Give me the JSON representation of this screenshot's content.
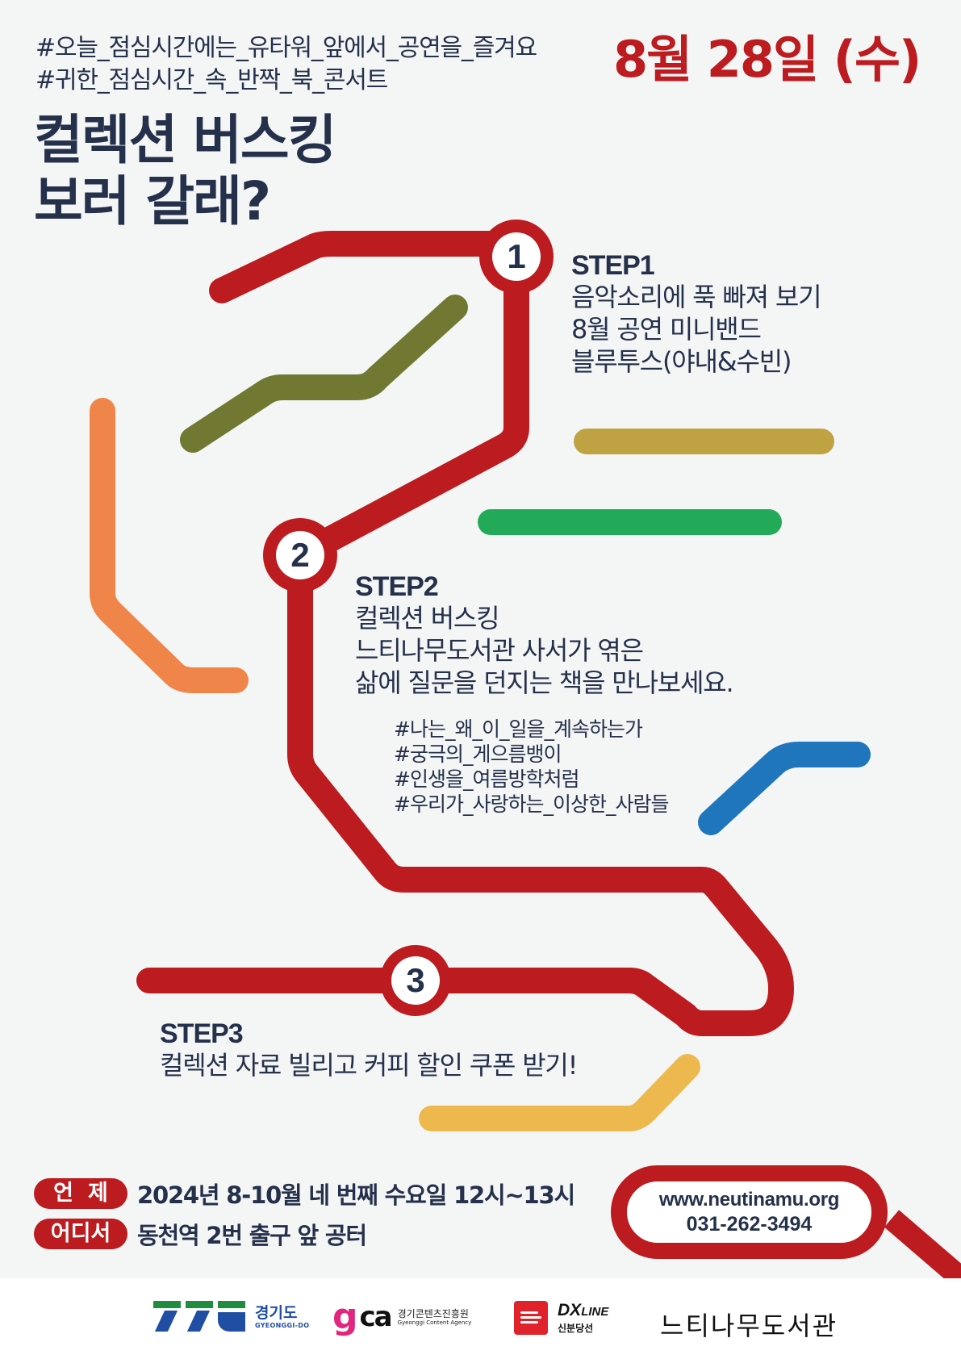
{
  "header": {
    "hashtags": [
      "#오늘_점심시간에는_유타워_앞에서_공연을_즐겨요",
      "#귀한_점심시간_속_반짝_북_콘서트"
    ],
    "date": "8월 28일 (수)",
    "headline": [
      "컬렉션 버스킹",
      "보러 갈래?"
    ]
  },
  "steps": [
    {
      "number": "1",
      "title": "STEP1",
      "lines": [
        "음악소리에 푹 빠져 보기",
        "8월 공연 미니밴드",
        "블루투스(야내&수빈)"
      ]
    },
    {
      "number": "2",
      "title": "STEP2",
      "lines": [
        "컬렉션 버스킹",
        "느티나무도서관 사서가 엮은",
        "삶에 질문을 던지는 책을 만나보세요."
      ],
      "book_tags": [
        "#나는_왜_이_일을_계속하는가",
        "#궁극의_게으름뱅이",
        "#인생을_여름방학처럼",
        "#우리가_사랑하는_이상한_사람들"
      ]
    },
    {
      "number": "3",
      "title": "STEP3",
      "lines": [
        "컬렉션 자료 빌리고 커피 할인 쿠폰 받기!"
      ]
    }
  ],
  "info": {
    "when_label": "언제",
    "when_value": "2024년 8-10월 네 번째 수요일 12시~13시",
    "where_label": "어디서",
    "where_value": "동천역 2번 출구 앞 공터"
  },
  "contact": {
    "url": "www.neutinamu.org",
    "phone": "031-262-3494"
  },
  "footer": {
    "logos": {
      "gyeonggi_ko": "경기도",
      "gyeonggi_en": "GYEONGGI-DO",
      "gca_mark_g": "g",
      "gca_mark_ca": "ca",
      "gca_ko": "경기콘텐츠진흥원",
      "gca_en": "Gyeonggi Content Agency",
      "dx_main": "DX",
      "dx_line": "LINE",
      "dx_sub": "신분당선",
      "library": "느티나무도서관"
    }
  },
  "colors": {
    "background": "#f4f6f6",
    "text_navy": "#25304b",
    "accent_red": "#bc1b1f",
    "line_olive": "#717832",
    "line_orange": "#f0854a",
    "line_mustard": "#bfa343",
    "line_green": "#22aa58",
    "line_blue": "#2076bd",
    "line_yellow": "#edb94f"
  }
}
